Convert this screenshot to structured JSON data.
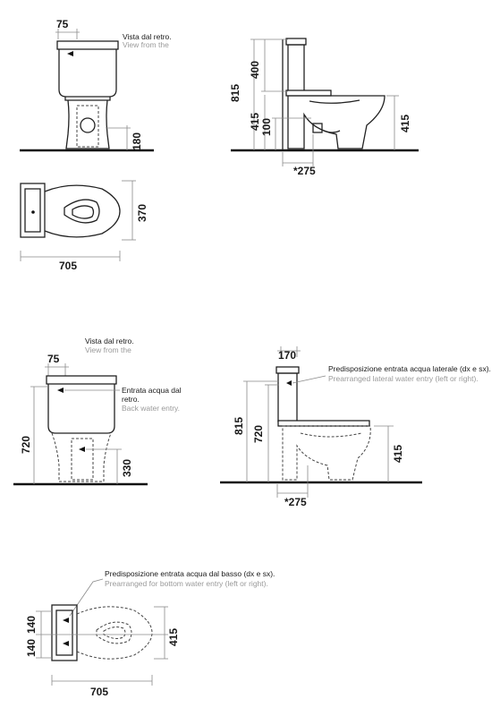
{
  "section1": {
    "back": {
      "dim_tank_offset": "75",
      "dim_height": "180",
      "label_it": "Vista dal retro.",
      "label_en": "View from the"
    },
    "side": {
      "dim_total": "815",
      "dim_tank": "400",
      "dim_seat": "415",
      "dim_outlet": "100",
      "dim_seat_right": "415",
      "dim_wall": "*275"
    },
    "top": {
      "dim_width": "370",
      "dim_length": "705"
    }
  },
  "section2": {
    "back": {
      "dim_tank_offset": "75",
      "dim_tank_height": "720",
      "dim_entry_height": "330",
      "label_it": "Vista dal retro.",
      "label_en": "View from the",
      "entry_it": "Entrata acqua dal",
      "entry_it_2": "retro.",
      "entry_en": "Back water entry."
    },
    "side": {
      "dim_tank_width": "170",
      "dim_total": "815",
      "dim_tank": "720",
      "dim_seat": "415",
      "dim_wall": "*275",
      "lateral_it": "Predisposizione entrata acqua laterale (dx e sx).",
      "lateral_en": "Prearranged lateral water entry (left or right)."
    },
    "top": {
      "dim_offset_a": "140",
      "dim_offset_b": "140",
      "dim_width": "415",
      "dim_length": "705",
      "bottom_it": "Predisposizione entrata acqua dal basso (dx e sx).",
      "bottom_en": "Prearranged for bottom water entry (left or right)."
    }
  }
}
